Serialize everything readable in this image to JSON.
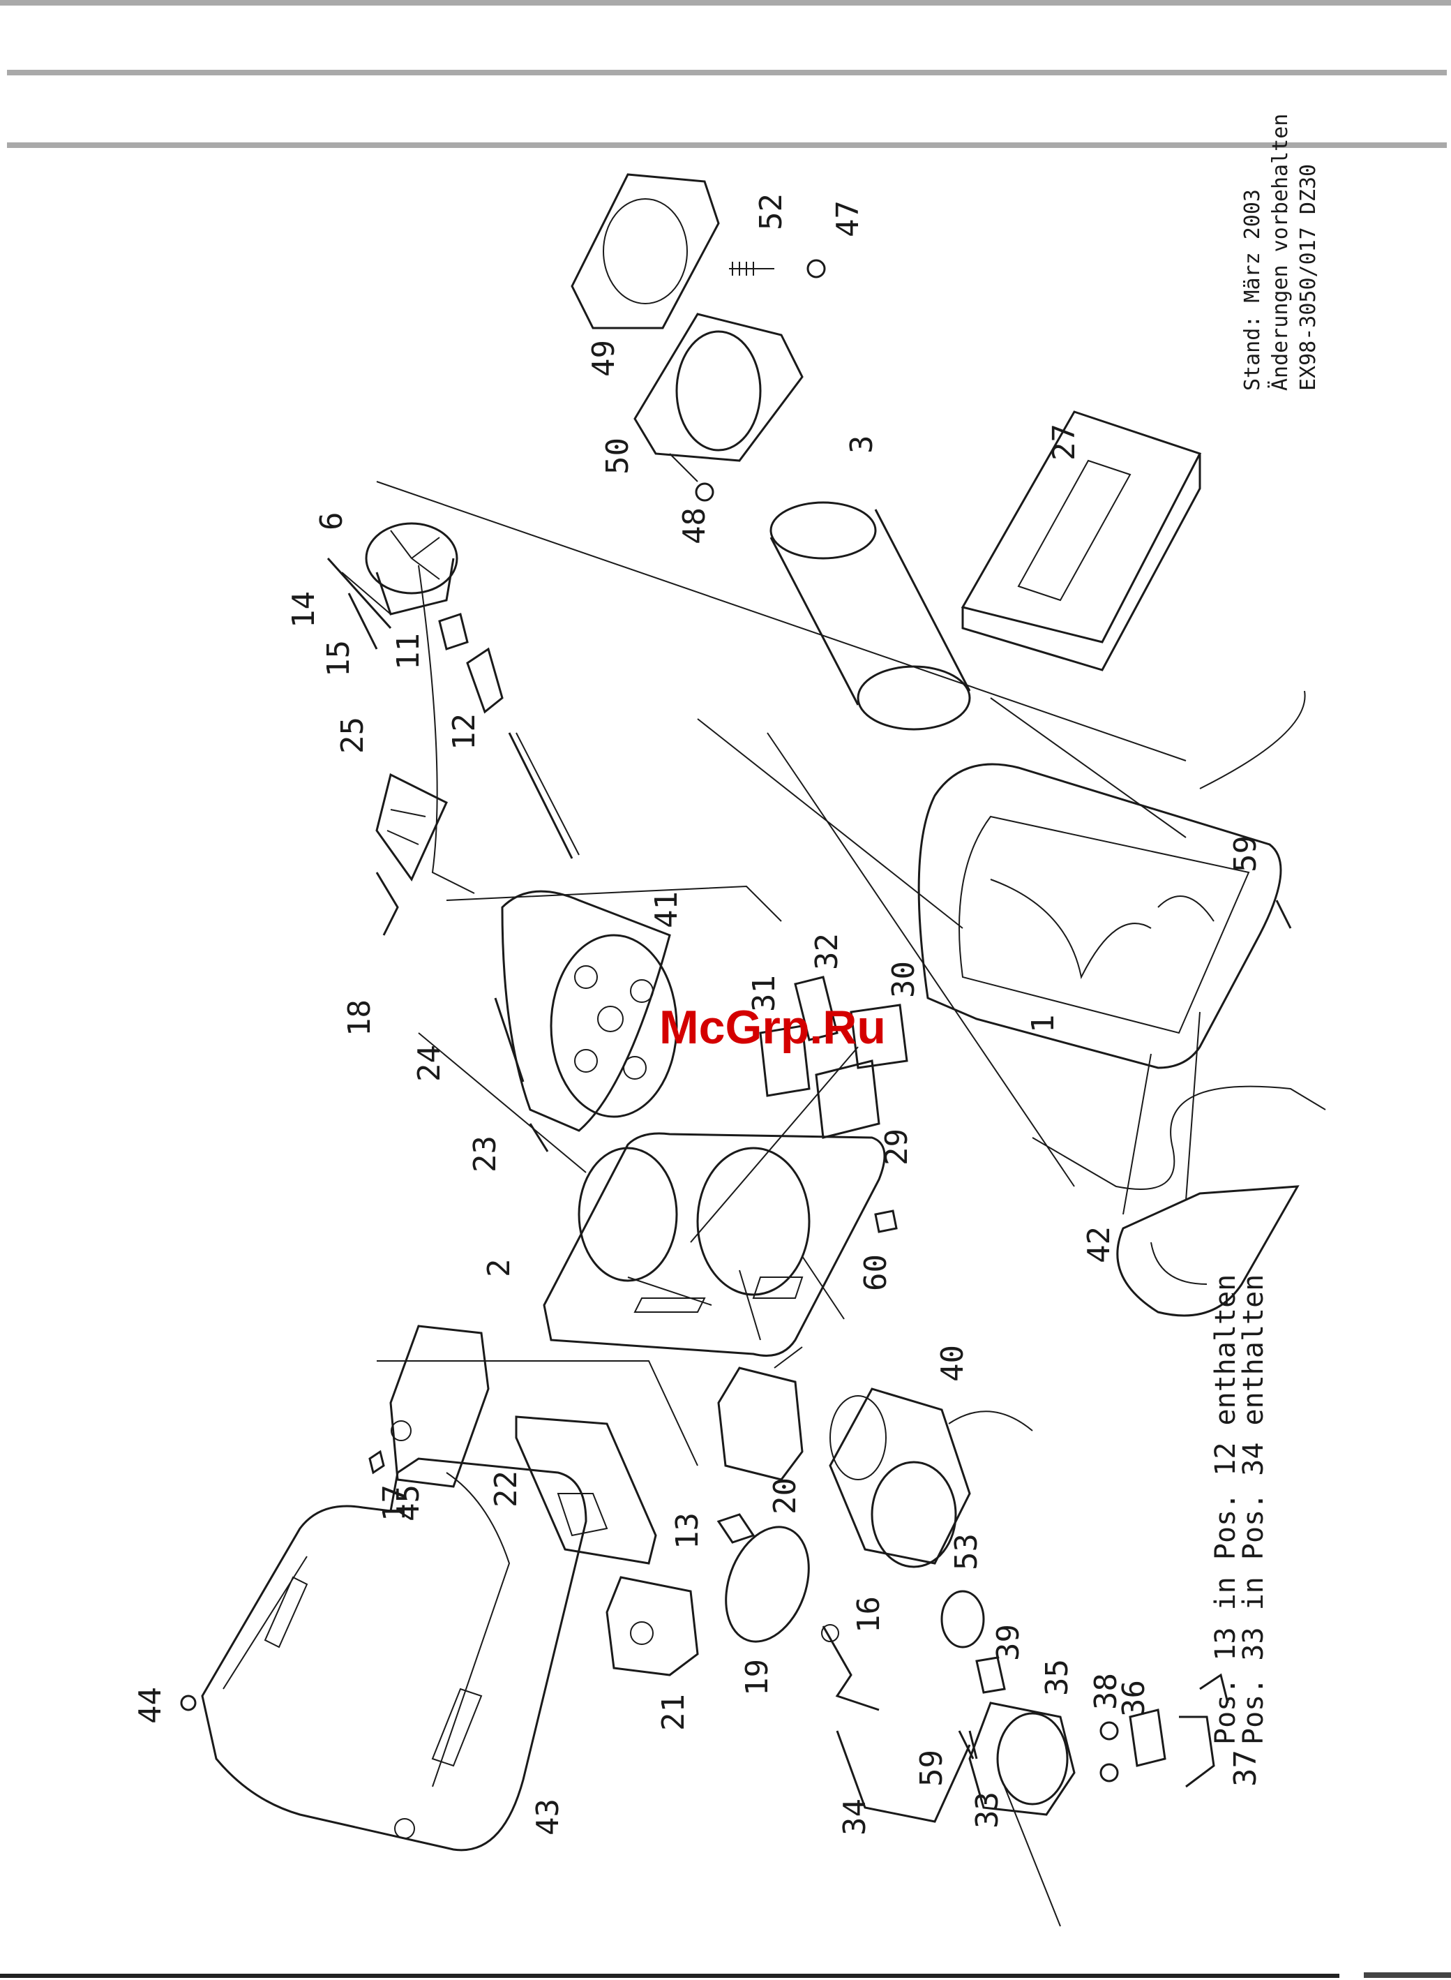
{
  "watermark": "McGrp.Ru",
  "colors": {
    "line": "#1a1a1a",
    "rule": "#a9a9a9",
    "watermark": "#d40000"
  },
  "notes": {
    "stand": "Stand: März 2003",
    "changes": "Änderungen vorbehalten",
    "doc_code": "EX98-3050/017 DZ30",
    "pos13": "Pos. 13 in Pos. 12 enthalten",
    "pos33": "Pos. 33 in Pos. 34 enthalten"
  },
  "labels": {
    "p1": "1",
    "p2": "2",
    "p3": "3",
    "p6": "6",
    "p11": "11",
    "p12": "12",
    "p13": "13",
    "p14": "14",
    "p15": "15",
    "p16": "16",
    "p17": "17",
    "p18": "18",
    "p19": "19",
    "p20": "20",
    "p21": "21",
    "p22": "22",
    "p23": "23",
    "p24": "24",
    "p25": "25",
    "p27": "27",
    "p29": "29",
    "p30": "30",
    "p31": "31",
    "p32": "32",
    "p33": "33",
    "p34": "34",
    "p35": "35",
    "p36": "36",
    "p37": "37",
    "p38": "38",
    "p39": "39",
    "p40": "40",
    "p41": "41",
    "p42": "42",
    "p43": "43",
    "p44": "44",
    "p45": "45",
    "p47": "47",
    "p48": "48",
    "p49": "49",
    "p50": "50",
    "p52": "52",
    "p53": "53",
    "p59a": "59",
    "p59b": "59",
    "p60": "60"
  }
}
